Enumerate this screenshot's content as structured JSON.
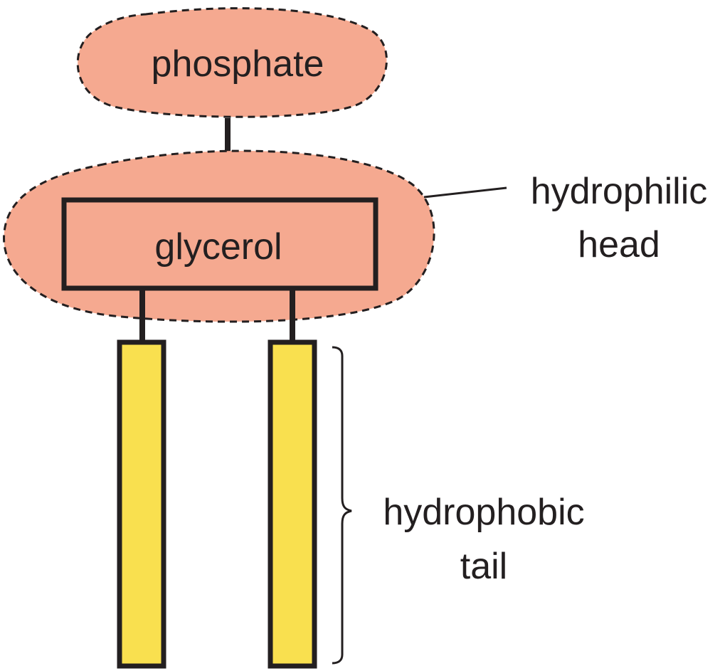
{
  "labels": {
    "phosphate": "phosphate",
    "glycerol": "glycerol",
    "head_line1": "hydrophilic",
    "head_line2": "head",
    "tail_line1": "hydrophobic",
    "tail_line2": "tail"
  },
  "colors": {
    "head_fill": "#f5a990",
    "tail_fill": "#f9e04f",
    "box_fill": "#f5a990",
    "outline": "#231f20",
    "background": "#ffffff"
  }
}
